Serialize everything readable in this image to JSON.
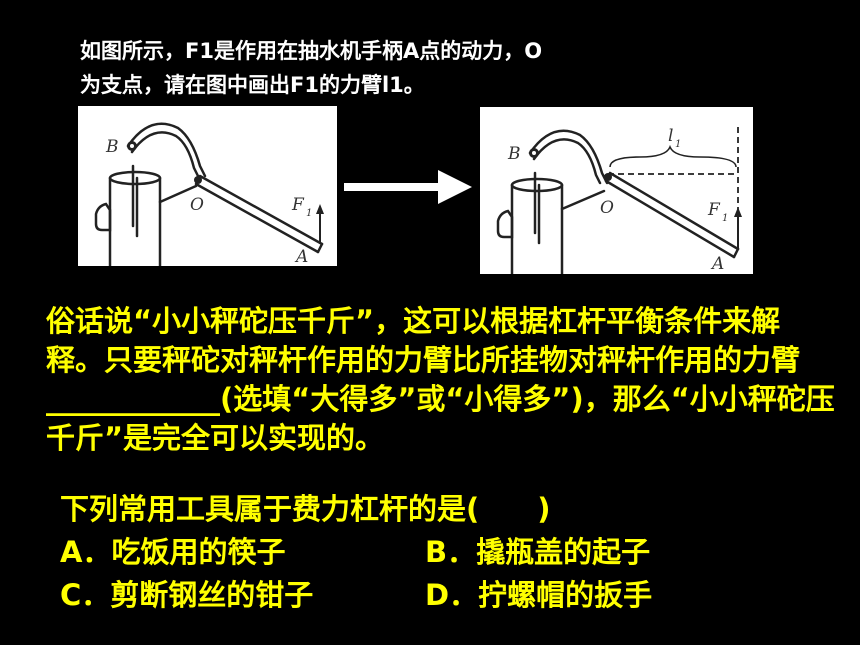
{
  "question1": {
    "line1": "如图所示，F1是作用在抽水机手柄A点的动力，O",
    "line2": "为支点，请在图中画出F1的力臂l1。"
  },
  "figure_labels": {
    "B": "B",
    "O": "O",
    "F": "F",
    "F_sub": "1",
    "A": "A",
    "l": "l",
    "l_sub": "1"
  },
  "question2": {
    "text": "俗话说“小小秤砣压千斤”，这可以根据杠杆平衡条件来解释。只要秤砣对秤杆作用的力臂比所挂物对秤杆作用的力臂____________(选填“大得多”或“小得多”)，那么“小小秤砣压千斤”是完全可以实现的。"
  },
  "question3": {
    "stem": "下列常用工具属于费力杠杆的是(　　)",
    "options": {
      "a": "A．吃饭用的筷子",
      "b": "B．撬瓶盖的起子",
      "c": "C．剪断钢丝的钳子",
      "d": "D．拧螺帽的扳手"
    }
  },
  "colors": {
    "background": "#000000",
    "question1_text": "#ffffff",
    "question_text": "#ffff00"
  }
}
